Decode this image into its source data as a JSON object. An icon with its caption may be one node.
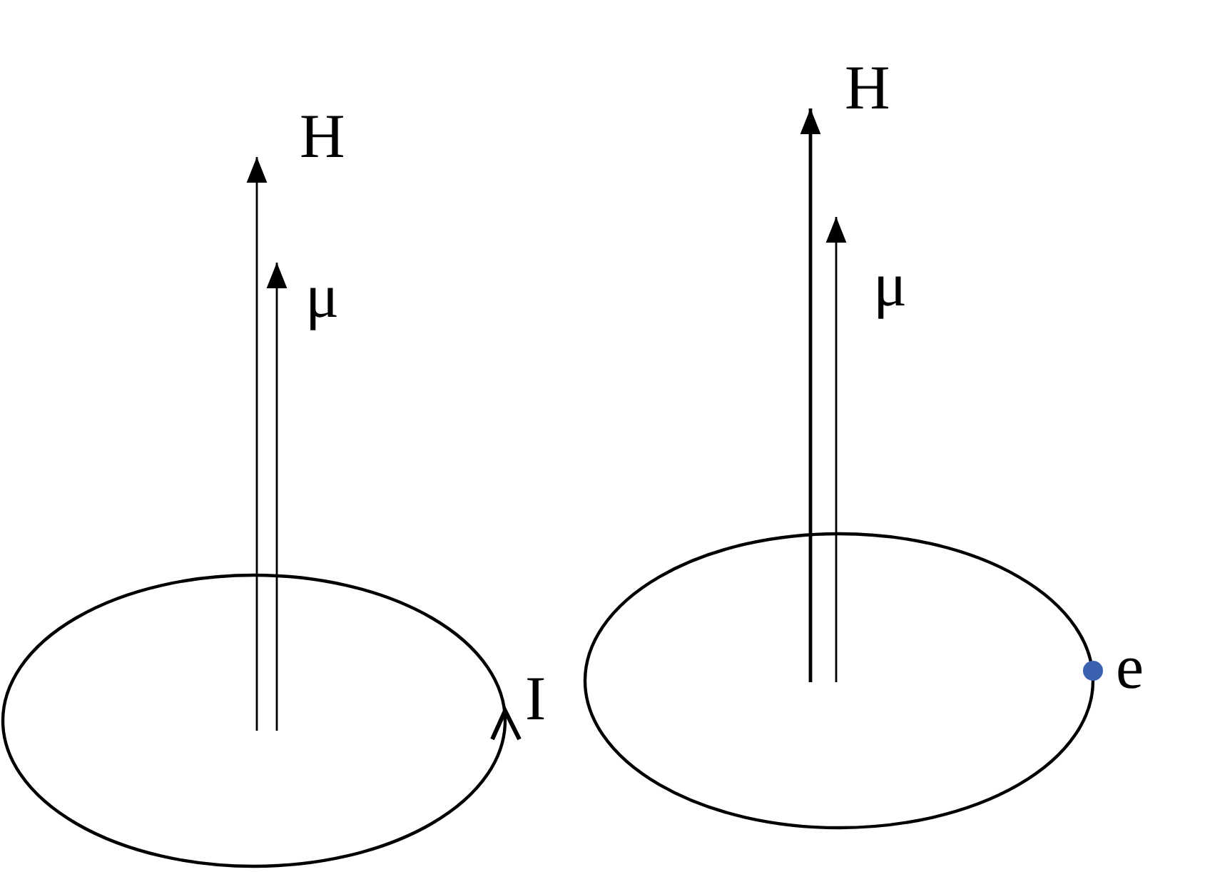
{
  "diagram": {
    "labels": [
      "H",
      "μ",
      "I",
      "H",
      "μ",
      "e"
    ]
  }
}
